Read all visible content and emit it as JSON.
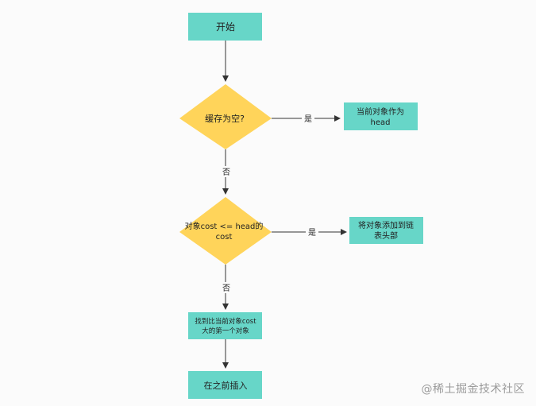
{
  "nodes": {
    "start": {
      "label": "开始"
    },
    "cache_empty": {
      "label": "缓存为空?"
    },
    "set_head": {
      "label_line1": "当前对象作为",
      "label_line2": "head"
    },
    "cost_compare": {
      "label_line1": "对象cost <= head的",
      "label_line2": "cost"
    },
    "add_to_head": {
      "label_line1": "将对象添加到链",
      "label_line2": "表头部"
    },
    "find_larger": {
      "label_line1": "找到比当前对象cost",
      "label_line2": "大的第一个对象"
    },
    "insert_before": {
      "label": "在之前插入"
    }
  },
  "edges": {
    "yes_label": "是",
    "no_label": "否"
  },
  "watermark": {
    "text": "@稀土掘金技术社区"
  },
  "colors": {
    "process": "#67d6c8",
    "decision": "#ffd45a",
    "line": "#333333",
    "background": "#fbfbfb"
  }
}
